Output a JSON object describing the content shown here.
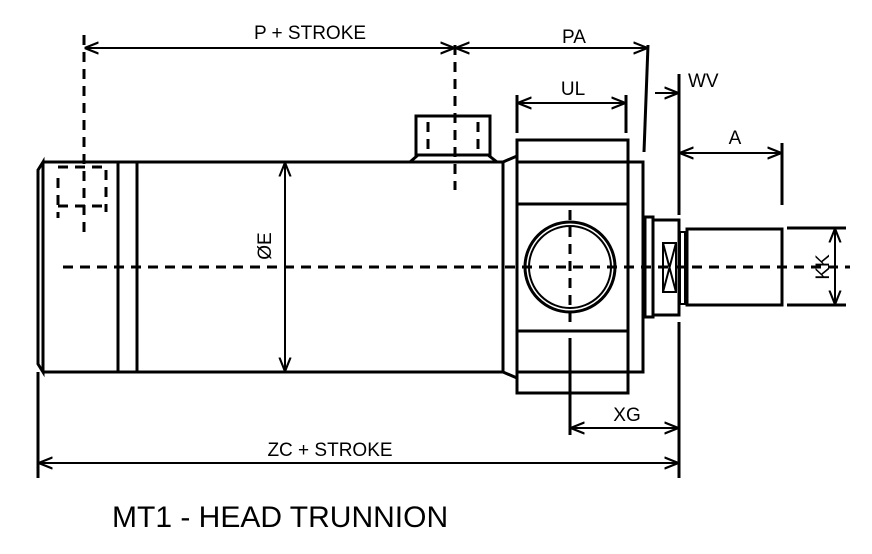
{
  "title": "MT1 - HEAD TRUNNION",
  "dimensions": {
    "p_stroke": "P + STROKE",
    "pa": "PA",
    "ul": "UL",
    "wv": "WV",
    "a": "A",
    "kk": "KK",
    "diameter_e": "ØE",
    "xg": "XG",
    "zc_stroke": "ZC + STROKE"
  }
}
